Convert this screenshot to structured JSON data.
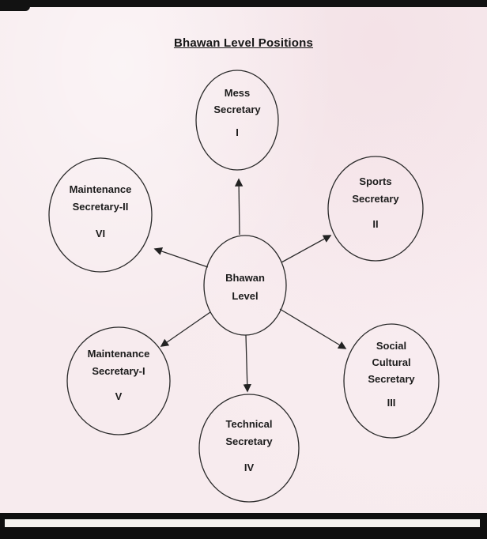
{
  "page": {
    "title": "Bhawan Level Positions"
  },
  "diagram": {
    "center": {
      "line1": "Bhawan",
      "line2": "Level"
    },
    "nodes": [
      {
        "id": "mess-secretary",
        "lines": [
          "Mess",
          "Secretary"
        ],
        "numeral": "I"
      },
      {
        "id": "sports-secretary",
        "lines": [
          "Sports",
          "Secretary"
        ],
        "numeral": "II"
      },
      {
        "id": "social-cultural-secretary",
        "lines": [
          "Social",
          "Cultural",
          "Secretary"
        ],
        "numeral": "III"
      },
      {
        "id": "technical-secretary",
        "lines": [
          "Technical",
          "Secretary"
        ],
        "numeral": "IV"
      },
      {
        "id": "maintenance-secretary-1",
        "lines": [
          "Maintenance",
          "Secretary-I"
        ],
        "numeral": "V"
      },
      {
        "id": "maintenance-secretary-2",
        "lines": [
          "Maintenance",
          "Secretary-II"
        ],
        "numeral": "VI"
      }
    ]
  },
  "colors": {
    "paper": "#f7ebee",
    "ink": "#1c1c1c",
    "stroke": "#2a2a2a",
    "scan_bar": "#121212",
    "scan_strip": "#f4f2ef"
  }
}
